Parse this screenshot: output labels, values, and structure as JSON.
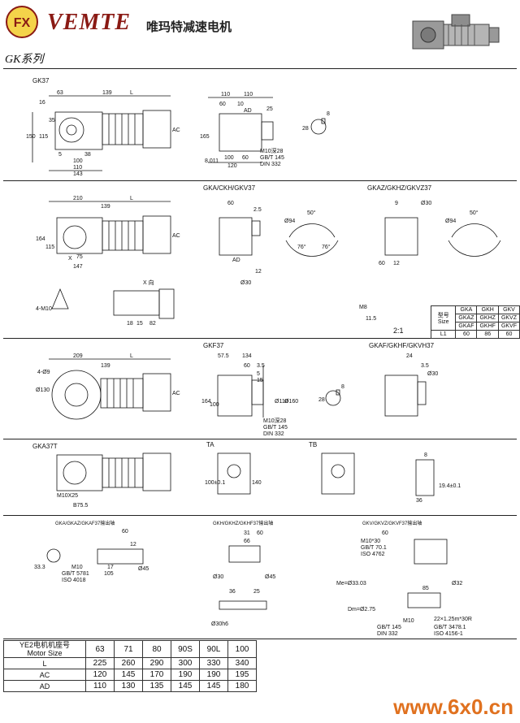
{
  "header": {
    "logo_text": "FX",
    "brand": "VEMTE",
    "brand_cn": "唯玛特减速电机",
    "series_title": "GK系列"
  },
  "sections": {
    "gk37": {
      "title": "GK37",
      "dims": [
        "63",
        "139",
        "L",
        "16",
        "35",
        "115",
        "150",
        "AC",
        "5",
        "100",
        "38",
        "110",
        "143",
        "110",
        "110",
        "60",
        "10",
        "AD",
        "25",
        "165",
        "8.011",
        "100",
        "60",
        "120",
        "M10深28",
        "GB/T 145",
        "DIN 332",
        "8",
        "28"
      ]
    },
    "gka": {
      "title": "GKA/CKH/GKV37",
      "title_z": "GKAZ/GKHZ/GKVZ37",
      "dims": [
        "210",
        "139",
        "L",
        "164",
        "115",
        "AC",
        "X",
        "147",
        "75",
        "60",
        "2.5",
        "AD",
        "50°",
        "Ø94",
        "76°",
        "76°",
        "12",
        "Ø30",
        "X 向",
        "4-M10",
        "18",
        "15",
        "82",
        "12",
        "11.5",
        "M8",
        "2:1",
        "60",
        "9",
        "Ø30"
      ]
    },
    "gkf": {
      "title": "GKF37",
      "title_f": "GKAF/GKHF/GKVH37",
      "dims": [
        "209",
        "139",
        "L",
        "4-Ø9",
        "Ø130",
        "AC",
        "57.5",
        "134",
        "60",
        "3.5",
        "5",
        "15",
        "164",
        "100",
        "Ø110",
        "Ø160",
        "M10深28",
        "GB/T 145",
        "DIN 332",
        "8",
        "28",
        "24",
        "Ø30"
      ]
    },
    "gka37t": {
      "title": "GKA37T",
      "ta": "TA",
      "tb": "TB",
      "dims": [
        "M10X25",
        "B75.5",
        "100±0.1",
        "140",
        "36",
        "8",
        "19.4±0.1"
      ]
    },
    "shafts": {
      "a": "GKA/GKAZ/GKAF37输出轴",
      "h": "GKH/GKHZ/GKHF37输出轴",
      "v": "GKV/GKVZ/GKVF37输出轴",
      "dims": [
        "60",
        "12",
        "33.3",
        "M10",
        "GB/T 5781",
        "ISO 4018",
        "17",
        "105",
        "Ø45",
        "Ø30",
        "31",
        "60",
        "66",
        "Ø30h6",
        "36",
        "25",
        "M10*30",
        "GB/T 70.1",
        "ISO 4762",
        "Me=Ø33.03",
        "Dm=Ø2.75",
        "22×1.25m*30R",
        "GB/T 145",
        "GB/T 3478.1",
        "DIN 332",
        "ISO 4156-1",
        "85",
        "Ø32"
      ]
    }
  },
  "size_table": {
    "rows": [
      [
        "型号\nSize",
        "GKA",
        "GKH",
        "GKV"
      ],
      [
        "",
        "GKAZ",
        "GKHZ",
        "GKVZ"
      ],
      [
        "",
        "GKAF",
        "GKHF",
        "GKVF"
      ],
      [
        "L1",
        "60",
        "86",
        "60"
      ]
    ]
  },
  "motor_table": {
    "header_cn": "YE2电机机座号",
    "header_en": "Motor Size",
    "columns": [
      "63",
      "71",
      "80",
      "90S",
      "90L",
      "100"
    ],
    "rows": [
      {
        "label": "L",
        "values": [
          "225",
          "260",
          "290",
          "300",
          "330",
          "340"
        ]
      },
      {
        "label": "AC",
        "values": [
          "120",
          "145",
          "170",
          "190",
          "190",
          "195"
        ]
      },
      {
        "label": "AD",
        "values": [
          "110",
          "130",
          "135",
          "145",
          "145",
          "180"
        ]
      }
    ]
  },
  "watermark": {
    "text": "www.6x0.cn"
  }
}
